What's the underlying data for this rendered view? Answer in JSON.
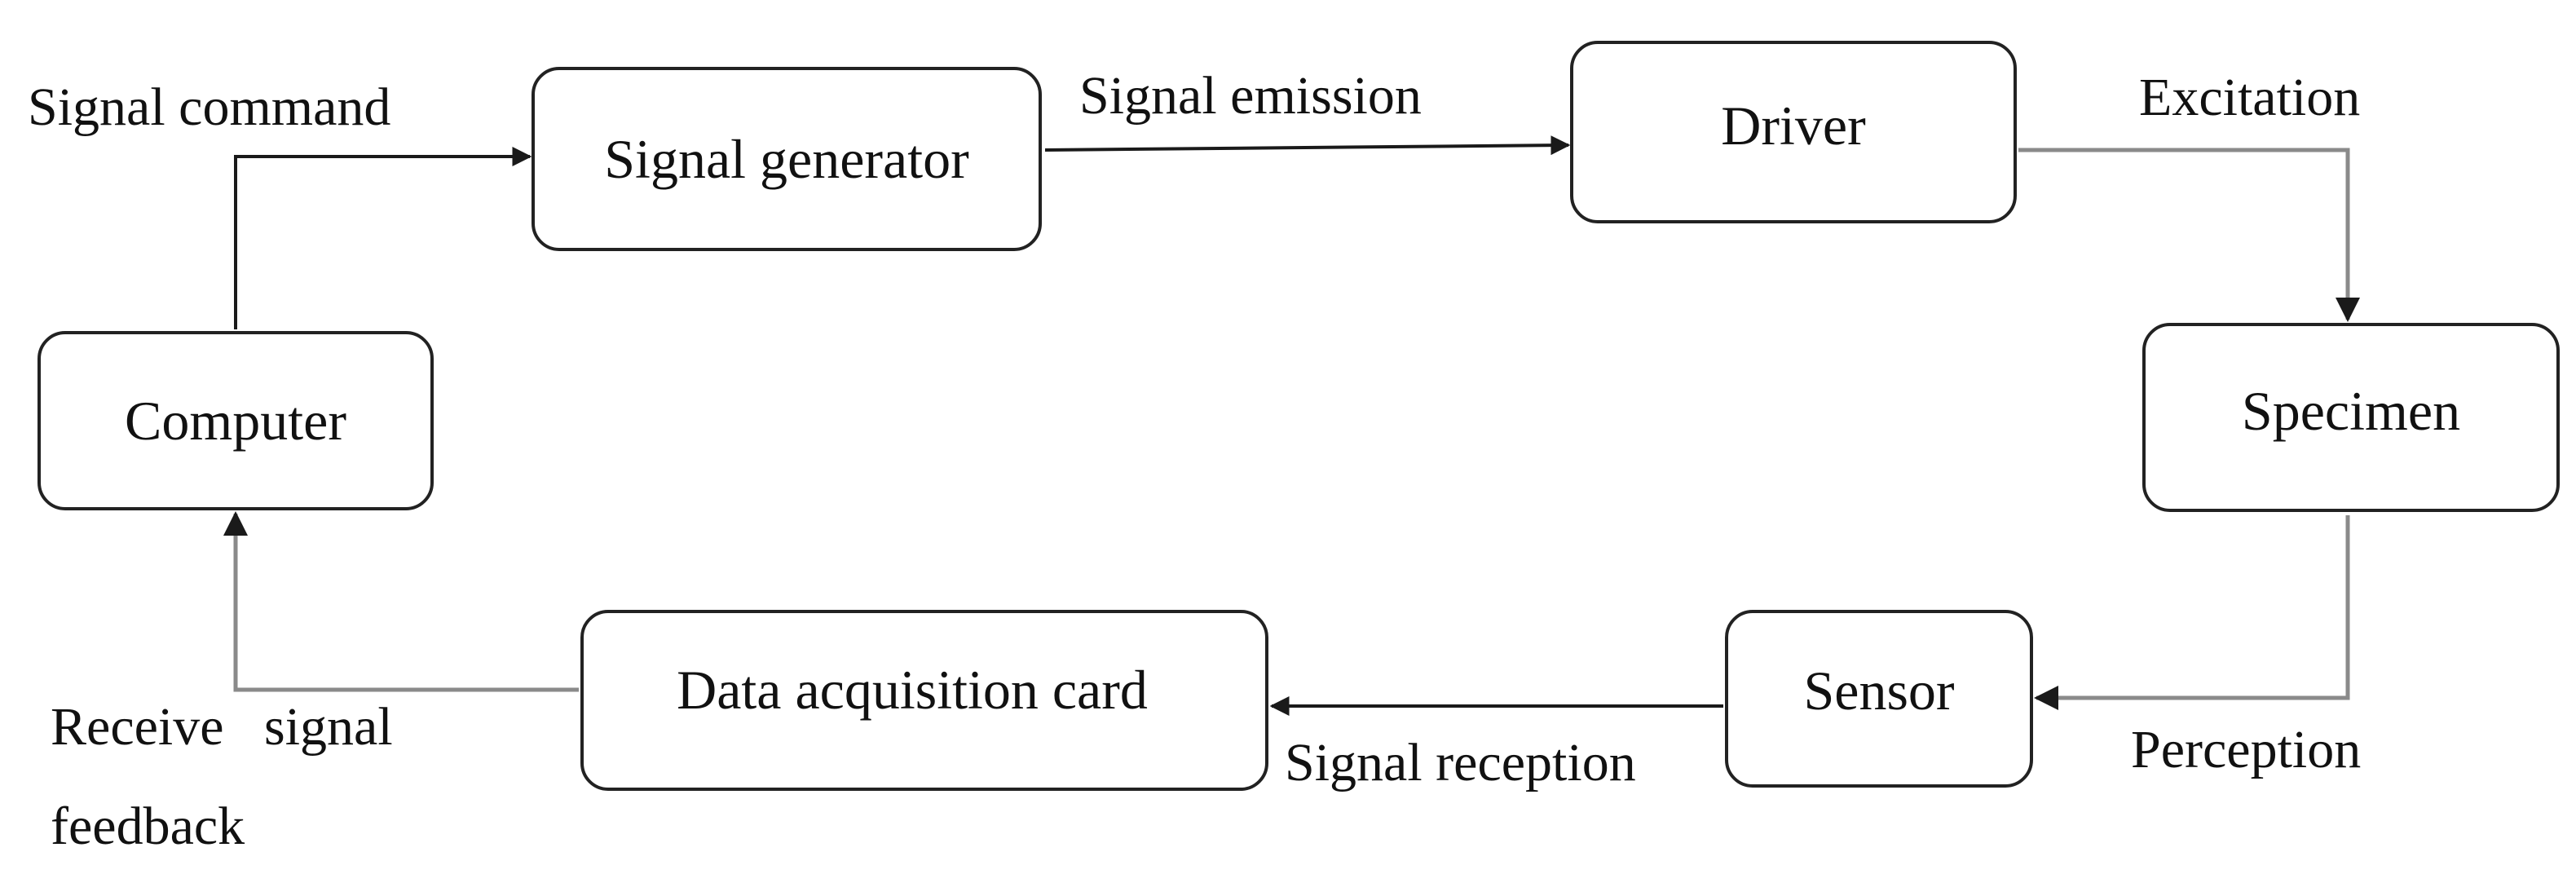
{
  "blocks": {
    "computer": "Computer",
    "signal_generator": "Signal generator",
    "driver": "Driver",
    "specimen": "Specimen",
    "sensor": "Sensor",
    "data_acquisition_card": "Data acquisition card"
  },
  "arrows": {
    "signal_command": "Signal command",
    "signal_emission": "Signal emission",
    "excitation": "Excitation",
    "perception": "Perception",
    "signal_reception": "Signal reception",
    "receive_signal_line1": "Receive   signal",
    "receive_signal_line2": "feedback"
  },
  "colors": {
    "box_border": "#222222",
    "arrow_solid": "#1a1a1a",
    "arrow_gray": "#8a8a8a",
    "background": "#ffffff"
  }
}
